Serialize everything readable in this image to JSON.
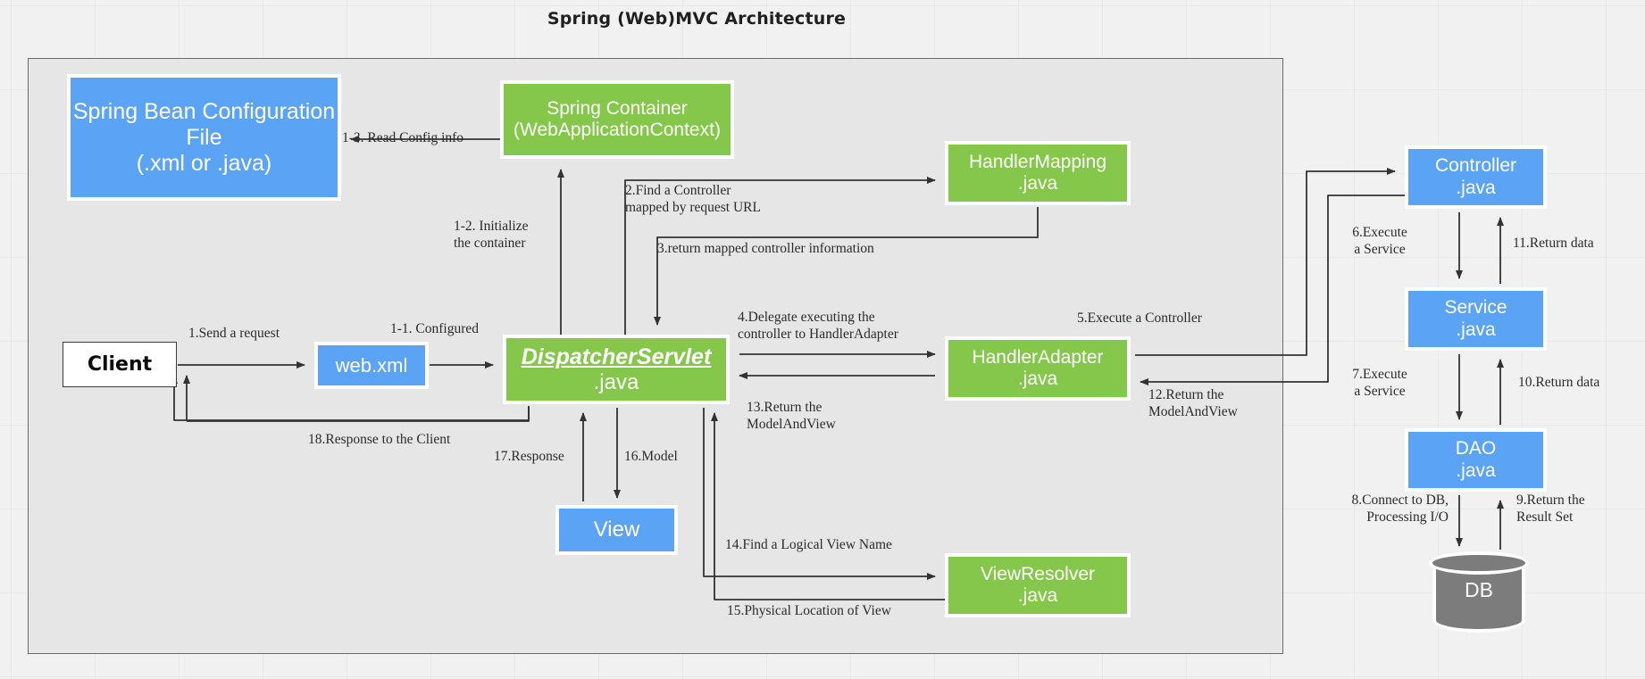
{
  "title": "Spring (Web)MVC Architecture",
  "nodes": {
    "spring_bean": {
      "line1": "Spring Bean Configuration File",
      "line2": "(.xml or .java)",
      "color": "#5ba4f5"
    },
    "spring_container": {
      "line1": "Spring Container",
      "line2": "(WebApplicationContext)",
      "color": "#84c74b"
    },
    "handler_mapping": {
      "line1": "HandlerMapping",
      "line2": ".java",
      "color": "#84c74b"
    },
    "controller": {
      "line1": "Controller",
      "line2": ".java",
      "color": "#5ba4f5"
    },
    "service": {
      "line1": "Service",
      "line2": ".java",
      "color": "#5ba4f5"
    },
    "dao": {
      "line1": "DAO",
      "line2": ".java",
      "color": "#5ba4f5"
    },
    "client": {
      "line1": "Client",
      "color": "#ffffff"
    },
    "web_xml": {
      "line1": "web.xml",
      "color": "#5ba4f5"
    },
    "dispatcher_servlet": {
      "line1": "DispatcherServlet",
      "line2": ".java",
      "color": "#84c74b"
    },
    "handler_adapter": {
      "line1": "HandlerAdapter",
      "line2": ".java",
      "color": "#84c74b"
    },
    "view": {
      "line1": "View",
      "color": "#5ba4f5"
    },
    "view_resolver": {
      "line1": "ViewResolver",
      "line2": ".java",
      "color": "#84c74b"
    },
    "db": {
      "line1": "DB",
      "color": "#7c7c7c"
    }
  },
  "edges": {
    "e1_1": "1-1. Configured",
    "e1_2": "1-2. Initialize\nthe container",
    "e1_3": "1-3. Read Config info",
    "e1": "1.Send a request",
    "e2": "2.Find a Controller\nmapped by request URL",
    "e3": "3.return mapped controller information",
    "e4": "4.Delegate executing the\ncontroller to HandlerAdapter",
    "e5": "5.Execute a Controller",
    "e6": "6.Execute\na Service",
    "e7": "7.Execute\na Service",
    "e8": "8.Connect to DB,\nProcessing I/O",
    "e9": "9.Return the\nResult Set",
    "e10": "10.Return data",
    "e11": "11.Return data",
    "e12": "12.Return the\nModelAndView",
    "e13": "13.Return the\nModelAndView",
    "e14": "14.Find a Logical View Name",
    "e15": "15.Physical Location of View",
    "e16": "16.Model",
    "e17": "17.Response",
    "e18": "18.Response to the Client"
  },
  "colors": {
    "blue": "#5ba4f5",
    "green": "#84c74b",
    "panel": "#e6e6e6",
    "background": "#f1f1f1",
    "db_grey": "#7c7c7c",
    "stroke": "#333333"
  }
}
